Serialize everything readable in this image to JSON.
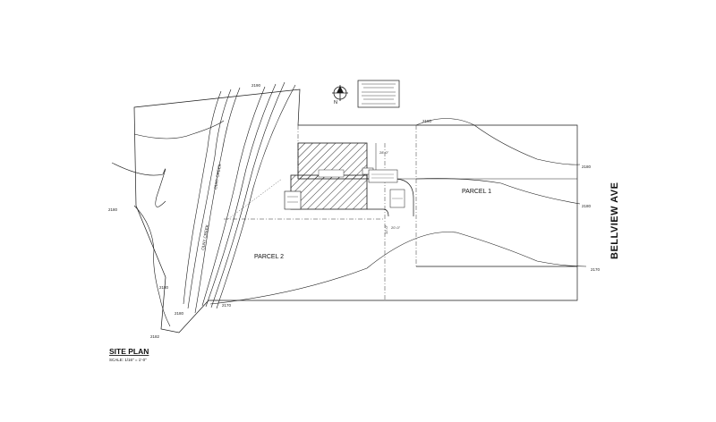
{
  "street_name": "BELLVIEW AVE",
  "parcels": [
    {
      "label": "PARCEL 1"
    },
    {
      "label": "PARCEL 2"
    }
  ],
  "plan_title": "SITE PLAN",
  "plan_scale": "SCALE: 1/16\" = 1'-0\"",
  "north_arrow_label": "N",
  "creek_label": "OLNY CREEK",
  "contour_labels": [
    "2180",
    "2180",
    "2180",
    "2182",
    "2180",
    "2170",
    "2190",
    "2180",
    "2170",
    "2180"
  ],
  "dimension_labels": [
    "28'-0\"",
    "20'-0\"",
    "12'-0\""
  ],
  "colors": {
    "ink": "#1a1a1a",
    "paper": "#ffffff"
  },
  "icons": [
    "north-arrow-icon"
  ]
}
